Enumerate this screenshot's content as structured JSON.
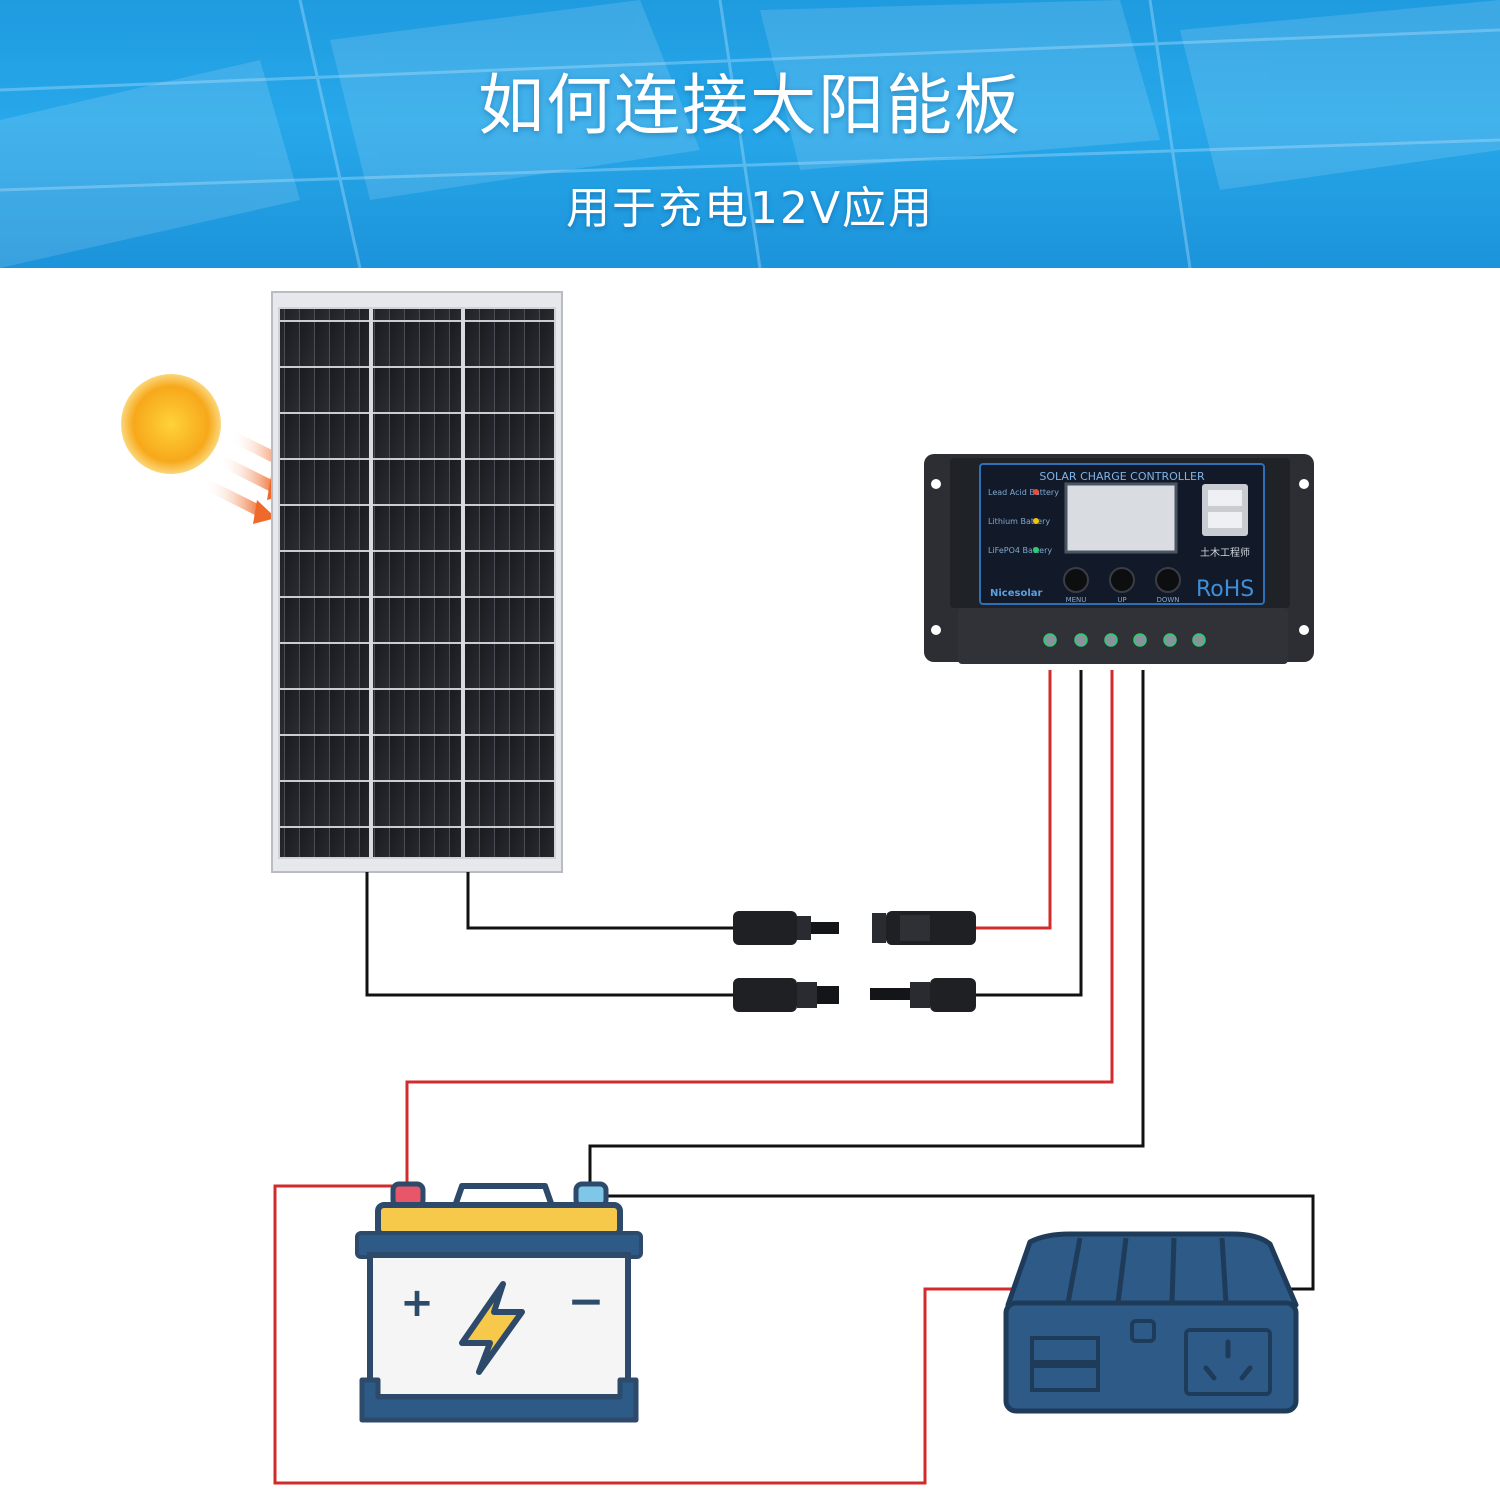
{
  "header": {
    "title": "如何连接太阳能板",
    "subtitle": "用于充电12V应用"
  },
  "controller": {
    "label": "SOLAR CHARGE CONTROLLER",
    "battery_types": [
      "Lead Acid Battery",
      "Lithium Battery",
      "LiFePO4 Battery"
    ],
    "brand": "Nicesolar",
    "buttons": [
      "MENU",
      "UP",
      "DOWN"
    ],
    "watermark": "土木工程师",
    "certification": "RoHS"
  },
  "battery": {
    "plus_symbol": "+",
    "minus_symbol": "−"
  },
  "colors": {
    "banner": "#2aa4e6",
    "positive_wire": "#d22b2b",
    "negative_wire": "#111111",
    "device_blue": "#2d5a86",
    "battery_cap": "#f6c94a",
    "sun": "#f5a623"
  }
}
